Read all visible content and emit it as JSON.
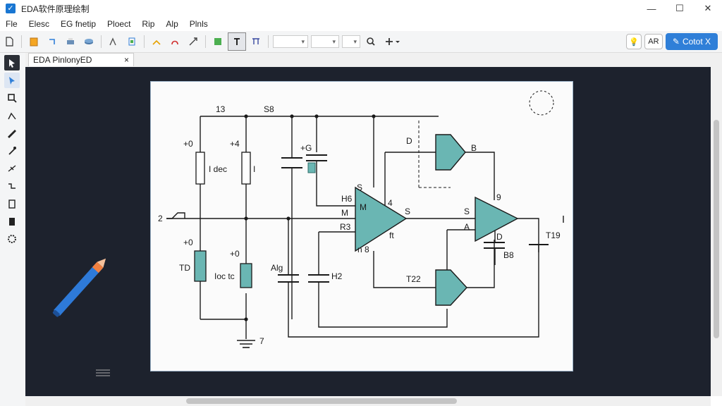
{
  "window": {
    "title": "EDA软件原理绘制"
  },
  "menu": [
    "Fle",
    "Elesc",
    "EG fnetip",
    "Ploect",
    "Rip",
    "Alp",
    "Plnls"
  ],
  "toolbar": {
    "icons": [
      "new-icon",
      "open-icon",
      "undo-icon",
      "print-icon",
      "layers-icon",
      "component-icon",
      "folder-icon",
      "link-icon",
      "route-icon",
      "place-icon",
      "text-icon",
      "net-label-icon",
      "filter-icon",
      "add-icon"
    ],
    "right_label": "AR",
    "callout_label": "Cotot X"
  },
  "left_tools": [
    "select-icon",
    "pointer-icon",
    "zoom-icon",
    "wire-icon",
    "pen-icon",
    "probe-icon",
    "bus-icon",
    "port-icon",
    "clipboard-icon",
    "battery-icon",
    "settings-icon"
  ],
  "tab": {
    "label": "EDA PinlonyED",
    "close": "×"
  },
  "schematic": {
    "labels": {
      "n13": "13",
      "s8": "S8",
      "pl0": "+0",
      "pl4": "+4",
      "p6": "+G",
      "idec": "I dec",
      "i_right": "I",
      "two": "2",
      "pl0b": "+0",
      "pl0c": "+0",
      "tdl": "TD",
      "kcc": "Ioc tc",
      "alg": "Alg",
      "h2": "H2",
      "ground": "7",
      "d_top": "D",
      "b_top": "B",
      "h6": "H6",
      "m": "M",
      "r3": "R3",
      "s_amp1": "S",
      "plus4": "4",
      "m_in": "M",
      "s_out": "S",
      "ft": "ft",
      "n8": "n 8",
      "s2": "S",
      "a": "A",
      "nine": "9",
      "d2": "D",
      "b8": "B8",
      "t19": "T19",
      "t22": "T22"
    }
  },
  "colors": {
    "accent": "#2f7fd8",
    "component": "#6ab6b3",
    "workspace": "#1d222d",
    "wire": "#1a1a1a"
  }
}
